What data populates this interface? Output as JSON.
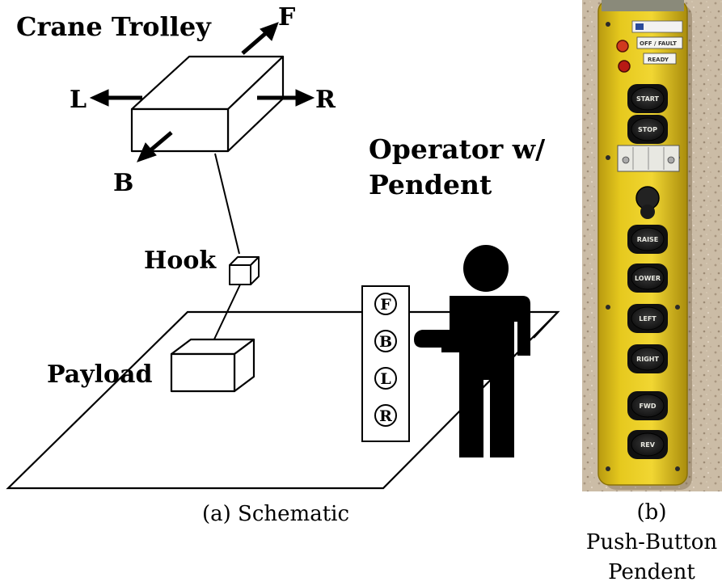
{
  "labels": {
    "trolley": "Crane Trolley",
    "forward": "F",
    "left": "L",
    "right": "R",
    "back": "B",
    "operator_line1": "Operator w/",
    "operator_line2": "Pendent",
    "hook": "Hook",
    "payload": "Payload"
  },
  "schematic_pendant_buttons": [
    "F",
    "B",
    "L",
    "R"
  ],
  "photo": {
    "indicator_fault": "OFF / FAULT",
    "indicator_ready": "READY",
    "buttons": [
      "START",
      "STOP",
      "RAISE",
      "LOWER",
      "LEFT",
      "RIGHT",
      "FWD",
      "REV"
    ]
  },
  "captions": {
    "a": "(a) Schematic",
    "b_line1": "(b)",
    "b_line2": "Push-Button",
    "b_line3": "Pendent"
  },
  "colors": {
    "pendant_yellow": "#e4c61c",
    "button_black": "#1c1c1c",
    "indicator_red": "#c4221a",
    "concrete": "#c9b9a4"
  }
}
